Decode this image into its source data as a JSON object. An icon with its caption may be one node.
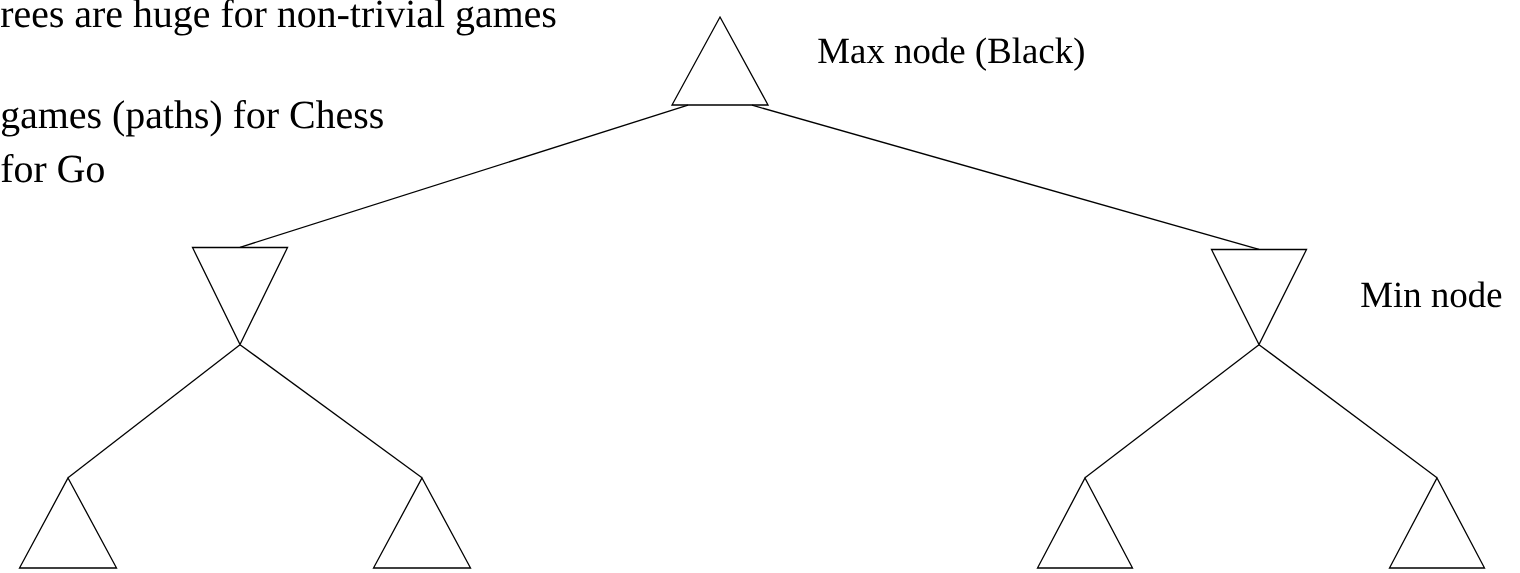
{
  "diagram": {
    "nodes": [
      {
        "text": [],
        "shape": "triangle",
        "beside": [
          "Max node (Black)"
        ]
      },
      {
        "text": [],
        "shape": "triangle"
      },
      {
        "text": [],
        "shape": "triangle",
        "beside": [
          "Min node"
        ]
      },
      {
        "text": [],
        "shape": "triangle"
      },
      {
        "text": [],
        "shape": "triangle"
      },
      {
        "text": [],
        "shape": "triangle"
      },
      {
        "text": [],
        "shape": "triangle"
      }
    ],
    "edges": [
      {
        "from": 0,
        "to": 1,
        "arrow": "none"
      },
      {
        "from": 0,
        "to": 2,
        "arrow": "none"
      },
      {
        "from": 1,
        "to": 3,
        "arrow": "none"
      },
      {
        "from": 1,
        "to": 4,
        "arrow": "none"
      },
      {
        "from": 2,
        "to": 5,
        "arrow": "none"
      },
      {
        "from": 2,
        "to": 6,
        "arrow": "none"
      }
    ],
    "labels": [
      "rees are huge for non-trivial games",
      "games (paths) for Chess",
      "for Go"
    ]
  }
}
